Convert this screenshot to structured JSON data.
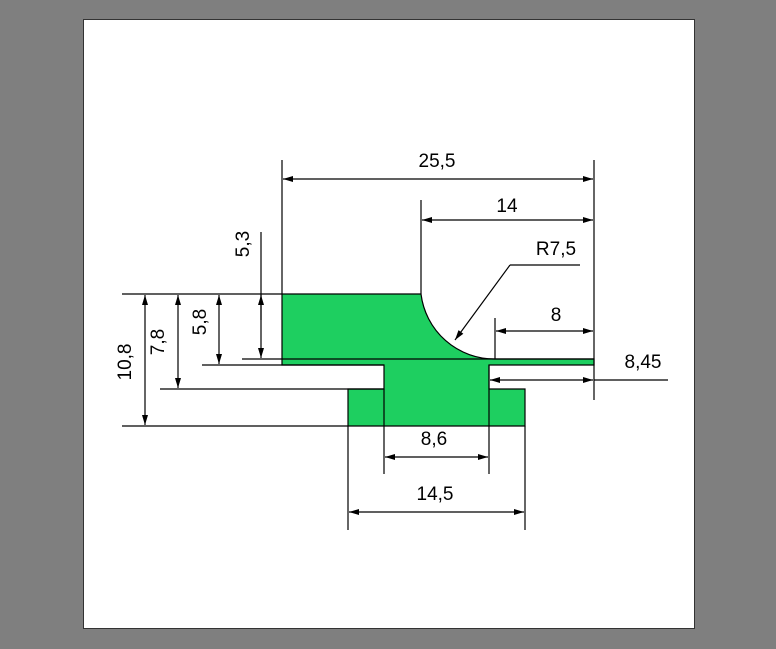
{
  "colors": {
    "fill": "#1ecf60",
    "background": "#7f7f7f",
    "sheet": "#ffffff"
  },
  "dimensions": {
    "overall_width": "25,5",
    "top_flat_to_right": "14",
    "radius": "R7,5",
    "strip_length": "8",
    "lower_strip_length": "8,45",
    "neck_width": "8,6",
    "base_width": "14,5",
    "total_height": "10,8",
    "height_to_slot_bottom": "7,8",
    "height_to_slot_top": "5,8",
    "top_thickness": "5,3"
  }
}
